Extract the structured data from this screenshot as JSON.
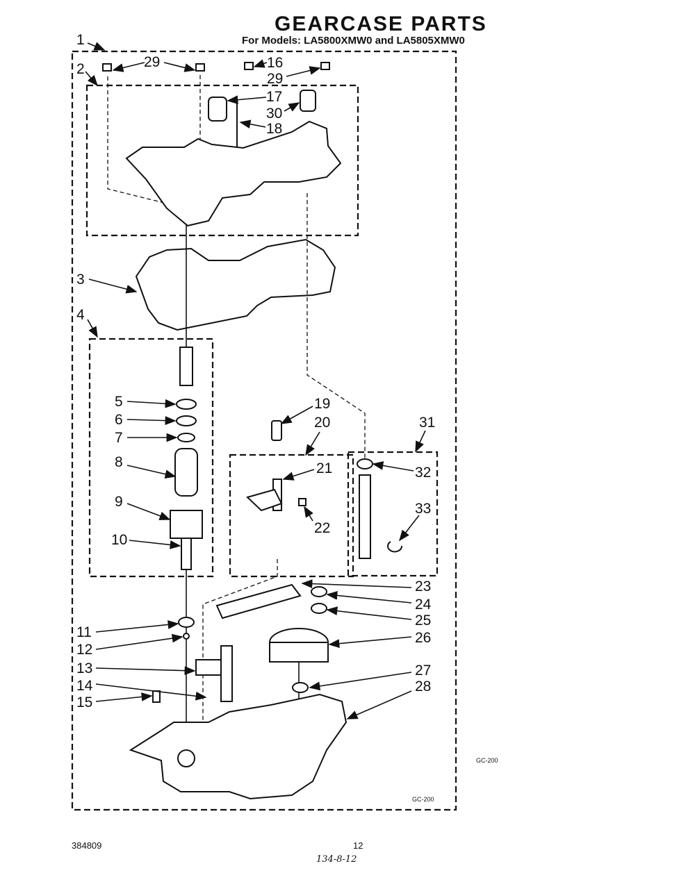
{
  "header": {
    "title": "GEARCASE PARTS",
    "subtitle": "For Models: LA5800XMW0 and LA5805XMW0"
  },
  "footer": {
    "code": "384809",
    "page": "12",
    "handwritten": "134-8-12",
    "gc_outer": "GC-200",
    "gc_inner": "GC-200"
  },
  "callouts": [
    {
      "n": "1"
    },
    {
      "n": "2"
    },
    {
      "n": "29"
    },
    {
      "n": "16"
    },
    {
      "n": "29"
    },
    {
      "n": "17"
    },
    {
      "n": "30"
    },
    {
      "n": "18"
    },
    {
      "n": "3"
    },
    {
      "n": "4"
    },
    {
      "n": "5"
    },
    {
      "n": "6"
    },
    {
      "n": "7"
    },
    {
      "n": "8"
    },
    {
      "n": "9"
    },
    {
      "n": "10"
    },
    {
      "n": "19"
    },
    {
      "n": "20"
    },
    {
      "n": "21"
    },
    {
      "n": "22"
    },
    {
      "n": "31"
    },
    {
      "n": "32"
    },
    {
      "n": "33"
    },
    {
      "n": "23"
    },
    {
      "n": "24"
    },
    {
      "n": "25"
    },
    {
      "n": "26"
    },
    {
      "n": "11"
    },
    {
      "n": "12"
    },
    {
      "n": "13"
    },
    {
      "n": "27"
    },
    {
      "n": "14"
    },
    {
      "n": "28"
    },
    {
      "n": "15"
    }
  ]
}
